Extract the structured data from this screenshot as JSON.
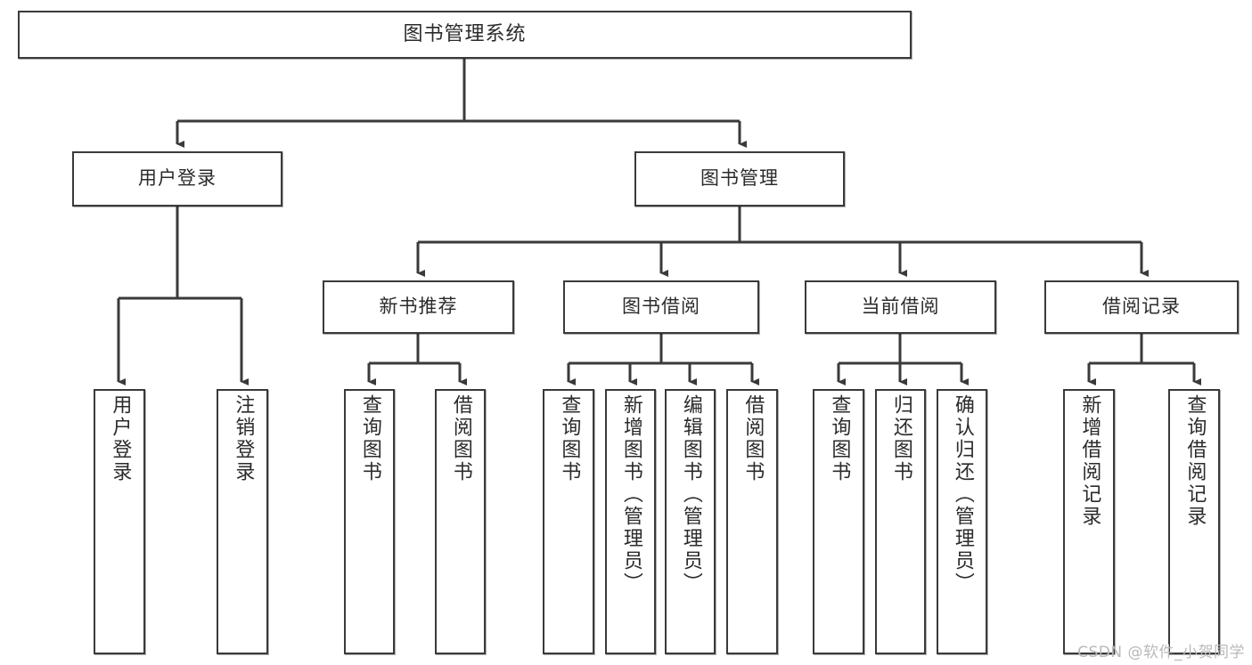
{
  "diagram": {
    "title": "图书管理系统",
    "watermark": "CSDN @软件_小贺同学",
    "stroke_color": "#3a3a3a",
    "text_color": "#2b2b2b",
    "background_color": "#ffffff",
    "type": "tree-hierarchy-chart",
    "levels": 4
  },
  "nodes": {
    "root": {
      "label": "图书管理系统"
    },
    "level2": [
      {
        "label": "用户登录"
      },
      {
        "label": "图书管理"
      }
    ],
    "level3": [
      {
        "label": "新书推荐"
      },
      {
        "label": "图书借阅"
      },
      {
        "label": "当前借阅"
      },
      {
        "label": "借阅记录"
      }
    ],
    "leaves": {
      "user_login": [
        {
          "label": "用户登录"
        },
        {
          "label": "注销登录"
        }
      ],
      "new_book_recommend": [
        {
          "label": "查询图书"
        },
        {
          "label": "借阅图书"
        }
      ],
      "book_borrow": [
        {
          "label": "查询图书"
        },
        {
          "label": "新增图书（管理员）"
        },
        {
          "label": "编辑图书（管理员）"
        },
        {
          "label": "借阅图书"
        }
      ],
      "current_borrow": [
        {
          "label": "查询图书"
        },
        {
          "label": "归还图书"
        },
        {
          "label": "确认归还（管理员）"
        }
      ],
      "borrow_record": [
        {
          "label": "新增借阅记录"
        },
        {
          "label": "查询借阅记录"
        }
      ]
    }
  }
}
